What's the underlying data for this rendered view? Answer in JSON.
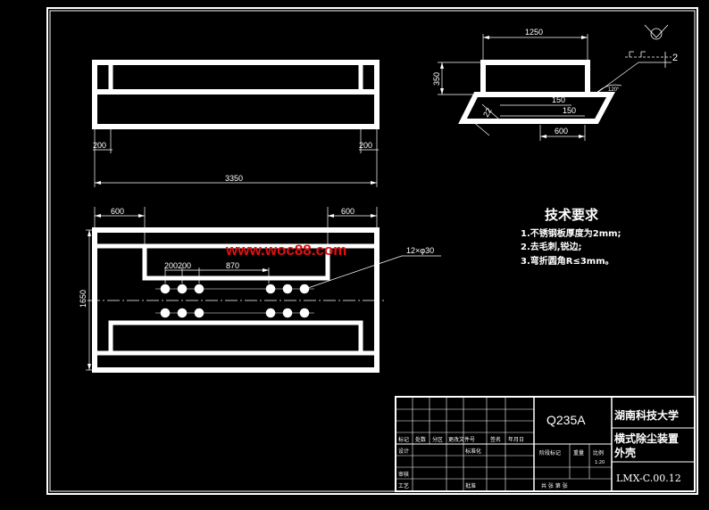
{
  "front_view": {
    "dim_left_leg": "200",
    "dim_right_leg": "200",
    "dim_overall_length": "3350"
  },
  "plan_view": {
    "dim_left_offset": "600",
    "dim_right_offset": "600",
    "dim_height": "1650",
    "dim_hole_spacing": "200200",
    "dim_hole_offset": "870",
    "hole_callout": "12×φ30"
  },
  "side_view": {
    "dim_top_width": "1250",
    "dim_height": "350",
    "dim_inner_a": "150",
    "dim_inner_b": "150",
    "dim_bottom": "600",
    "dim_diag": "22",
    "angle": "120°"
  },
  "weld_symbol": {
    "number": "2"
  },
  "technical_requirements": {
    "title": "技术要求",
    "items": [
      "1.不锈钢板厚度为2mm;",
      "2.去毛刺,锐边;",
      "3.弯折圆角R≤3mm。"
    ]
  },
  "watermark": "www.woc88.com",
  "title_block": {
    "material": "Q235A",
    "school": "湖南科技大学",
    "part_name": "横式除尘装置",
    "part_name_2": "外壳",
    "drawing_number": "LMX-C.00.12",
    "scale": "1:20",
    "labels": {
      "mark": "标记",
      "count": "处数",
      "zone": "分区",
      "change_doc": "更改文件号",
      "sign": "签名",
      "date": "年月日",
      "design": "设计",
      "standardize": "标准化",
      "review": "审核",
      "process": "工艺",
      "approve": "批准",
      "stage_mark": "阶段标记",
      "weight": "重量",
      "ratio": "比例",
      "sheets": "共  张  第  张"
    }
  }
}
